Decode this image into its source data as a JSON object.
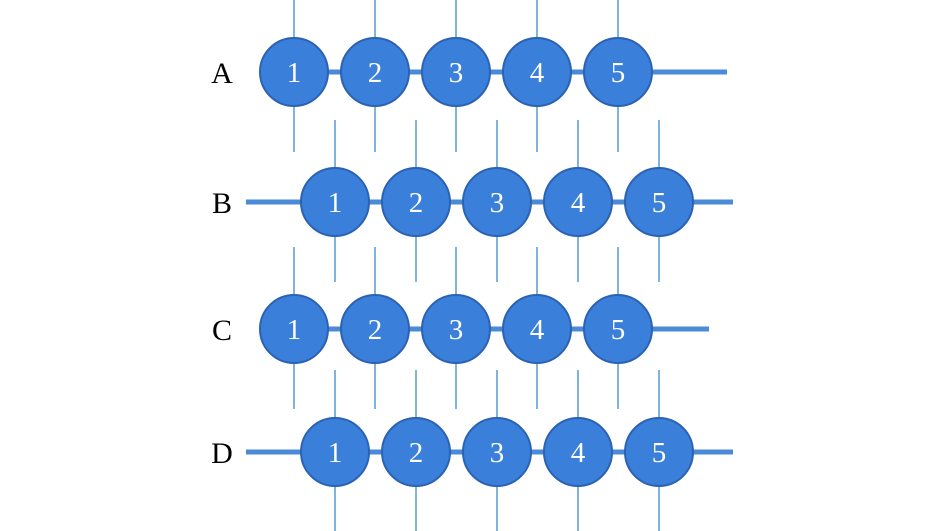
{
  "colors": {
    "bead_fill": "#3a7fd9",
    "bead_stroke": "#2b62b3",
    "rod": "#4a8ad6",
    "tick": "#7fb3e0",
    "label": "#000000",
    "bead_text": "#ffffff"
  },
  "rows": [
    {
      "label": "A",
      "beads": [
        "1",
        "2",
        "3",
        "4",
        "5"
      ]
    },
    {
      "label": "B",
      "beads": [
        "1",
        "2",
        "3",
        "4",
        "5"
      ]
    },
    {
      "label": "C",
      "beads": [
        "1",
        "2",
        "3",
        "4",
        "5"
      ]
    },
    {
      "label": "D",
      "beads": [
        "1",
        "2",
        "3",
        "4",
        "5"
      ]
    }
  ]
}
